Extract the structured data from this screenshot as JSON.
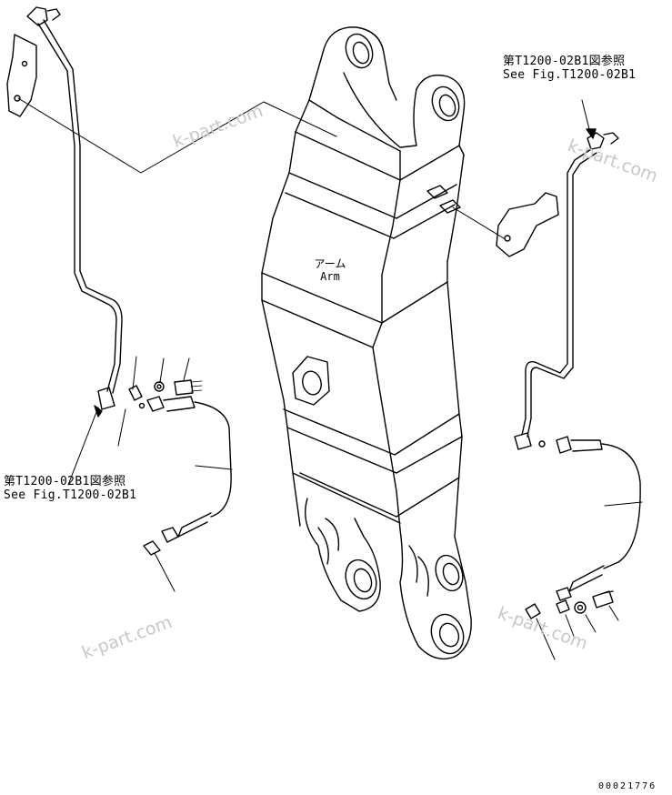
{
  "references": {
    "top_right": {
      "jp": "第T1200-02B1図参照",
      "en": "See Fig.T1200-02B1"
    },
    "bottom_left": {
      "jp": "第T1200-02B1図参照",
      "en": "See Fig.T1200-02B1"
    }
  },
  "arm_label": {
    "jp": "アーム",
    "en": "Arm"
  },
  "watermarks": [
    "k-part.com",
    "k-part.com",
    "k-part.com",
    "k-part.com"
  ],
  "drawing_code": "00021776"
}
